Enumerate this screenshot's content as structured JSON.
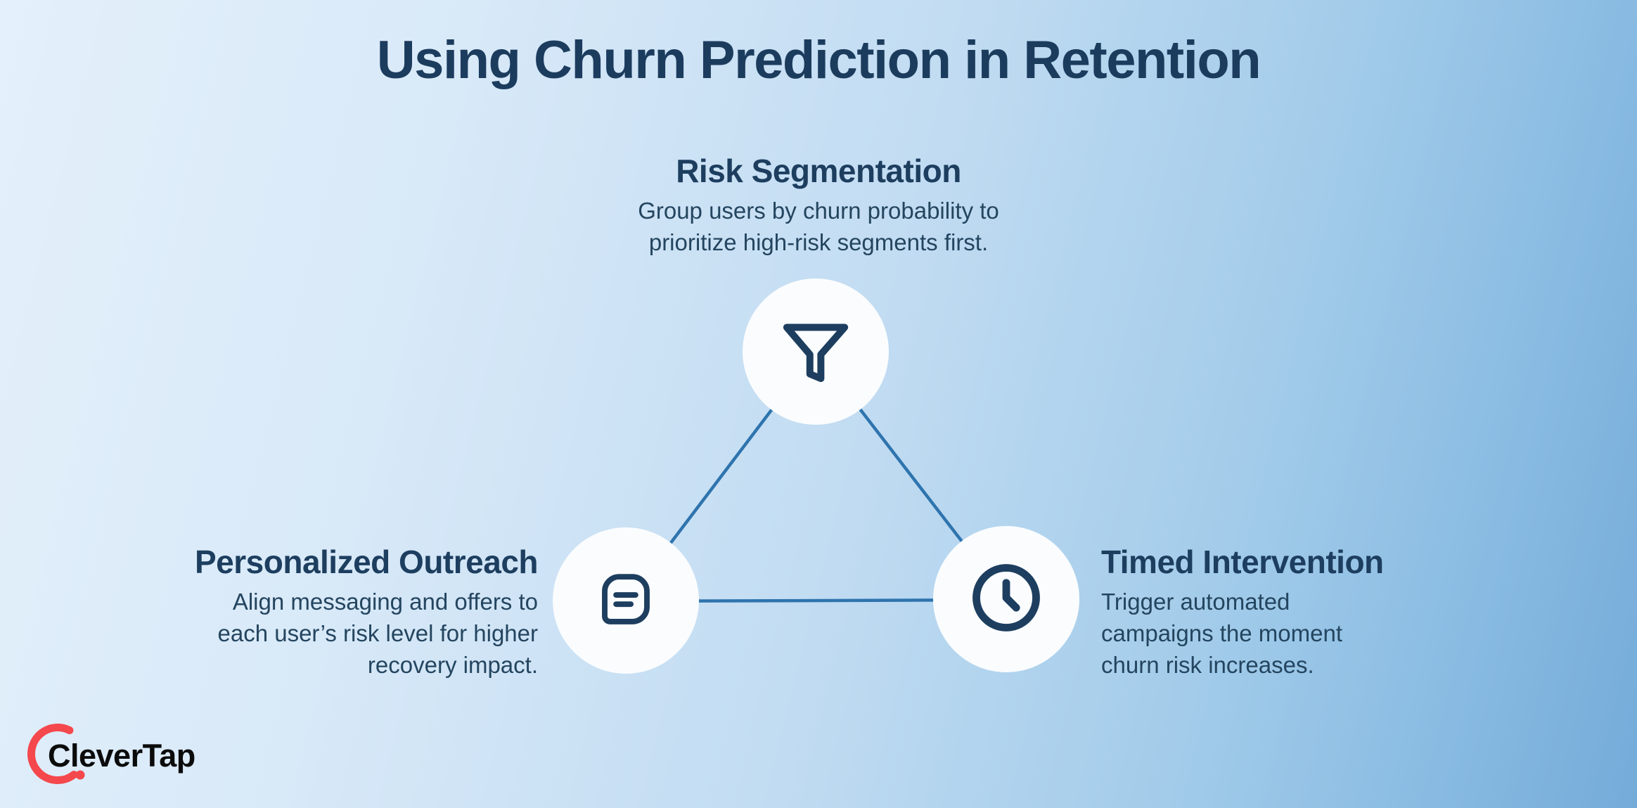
{
  "title": "Using Churn Prediction in Retention",
  "nodes": {
    "top": {
      "heading": "Risk Segmentation",
      "body_lines": [
        "Group users by churn probability to",
        "prioritize high-risk segments first."
      ],
      "icon": "funnel-icon"
    },
    "left": {
      "heading": "Personalized Outreach",
      "body_lines": [
        "Align messaging and offers to",
        "each user’s risk level for higher",
        "recovery impact."
      ],
      "icon": "chat-bubble-icon"
    },
    "right": {
      "heading": "Timed Intervention",
      "body_lines": [
        "Trigger automated",
        "campaigns the moment",
        "churn risk increases."
      ],
      "icon": "clock-icon"
    }
  },
  "logo": {
    "text": "CleverTap"
  },
  "colors": {
    "background_light": "#E4F0FB",
    "background_dark": "#74ABD8",
    "title_text": "#1C3C5E",
    "heading_text": "#1D3E5F",
    "body_text": "#24455F",
    "connector_line": "#2E74AE",
    "node_circle_fill": "#FAFCFE",
    "icon_stroke": "#1D3E5F",
    "logo_arc": "#F4484C",
    "logo_text": "#0B0B0B"
  }
}
